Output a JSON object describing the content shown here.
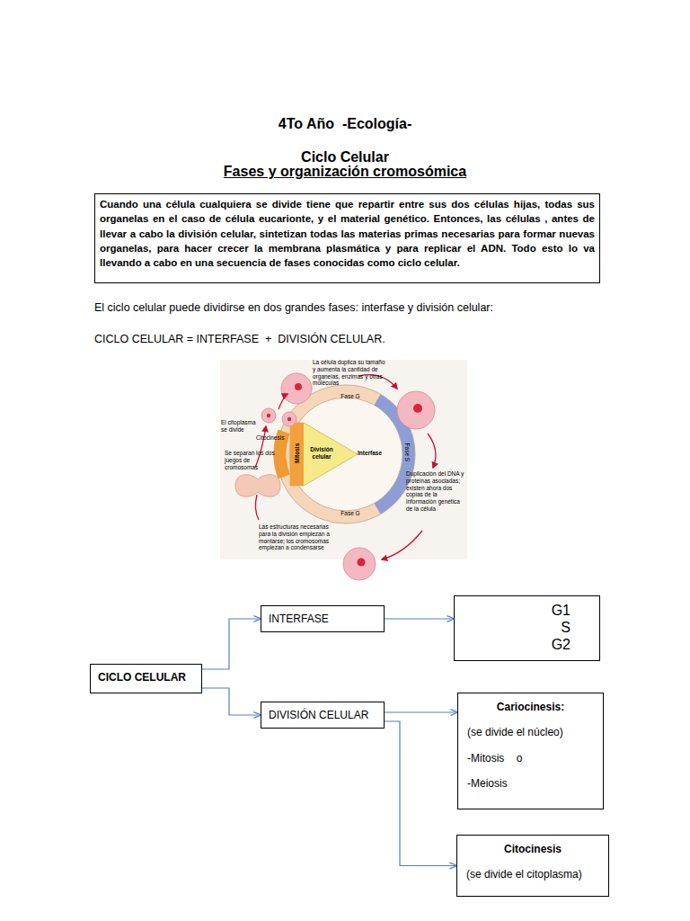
{
  "diagram": {
    "title": "4To Año  -Ecología-",
    "nodes": [
      {
        "text": [
          "Cuando una célula cualquiera se divide tiene que repartir entre sus dos células hijas, todas sus organelas en el caso de célula eucarionte, y el material genético. Entonces, las células , antes de llevar a cabo la división celular, sintetizan todas las materias primas necesarias para formar nuevas organelas, para hacer crecer la membrana plasmática y para replicar el ADN. Todo esto lo va llevando a cabo en una secuencia de fases conocidas como ciclo celular."
        ]
      },
      {
        "text": [
          "INTERFASE"
        ]
      },
      {
        "text": [
          "G1",
          "S",
          "G2"
        ]
      },
      {
        "text": [
          "CICLO CELULAR"
        ]
      },
      {
        "text": [
          "DIVISIÓN CELULAR"
        ]
      },
      {
        "text": [
          "Cariocinesis:",
          "(se divide el núcleo)",
          "-Mitosis    o",
          "-Meiosis"
        ]
      },
      {
        "text": [
          "Citocinesis",
          "(se divide el citoplasma)"
        ]
      }
    ],
    "edges": [
      {
        "from": 3,
        "to": 1,
        "arrow": "to"
      },
      {
        "from": 3,
        "to": 4,
        "arrow": "to"
      },
      {
        "from": 1,
        "to": 2,
        "arrow": "to"
      },
      {
        "from": 4,
        "to": 5,
        "arrow": "to"
      },
      {
        "from": 4,
        "to": 6,
        "arrow": "to"
      }
    ],
    "labels": [
      "Ciclo Celular",
      "Fases y organización cromosómica",
      "El ciclo celular puede dividirse en dos grandes fases: interfase y división celular:",
      "CICLO CELULAR = INTERFASE  +  DIVISIÓN CELULAR.",
      "La célula duplica su tamaño y aumenta la cantidad de organelas, enzimas y otras moléculas",
      "Fase G",
      "Fase S",
      "Fase G",
      "El citoplasma se divide",
      "Citocinesis",
      "Se separan los dos juegos de cromosomas",
      "Mitosis",
      "División celular",
      "Interfase",
      "Duplicación del DNA y proteínas asociadas; existen ahora dos copias de la información genética de la célula",
      "Las estructuras necesarias para la división empiezan a montarse; los cromosomas empiezan a condensarse"
    ]
  }
}
